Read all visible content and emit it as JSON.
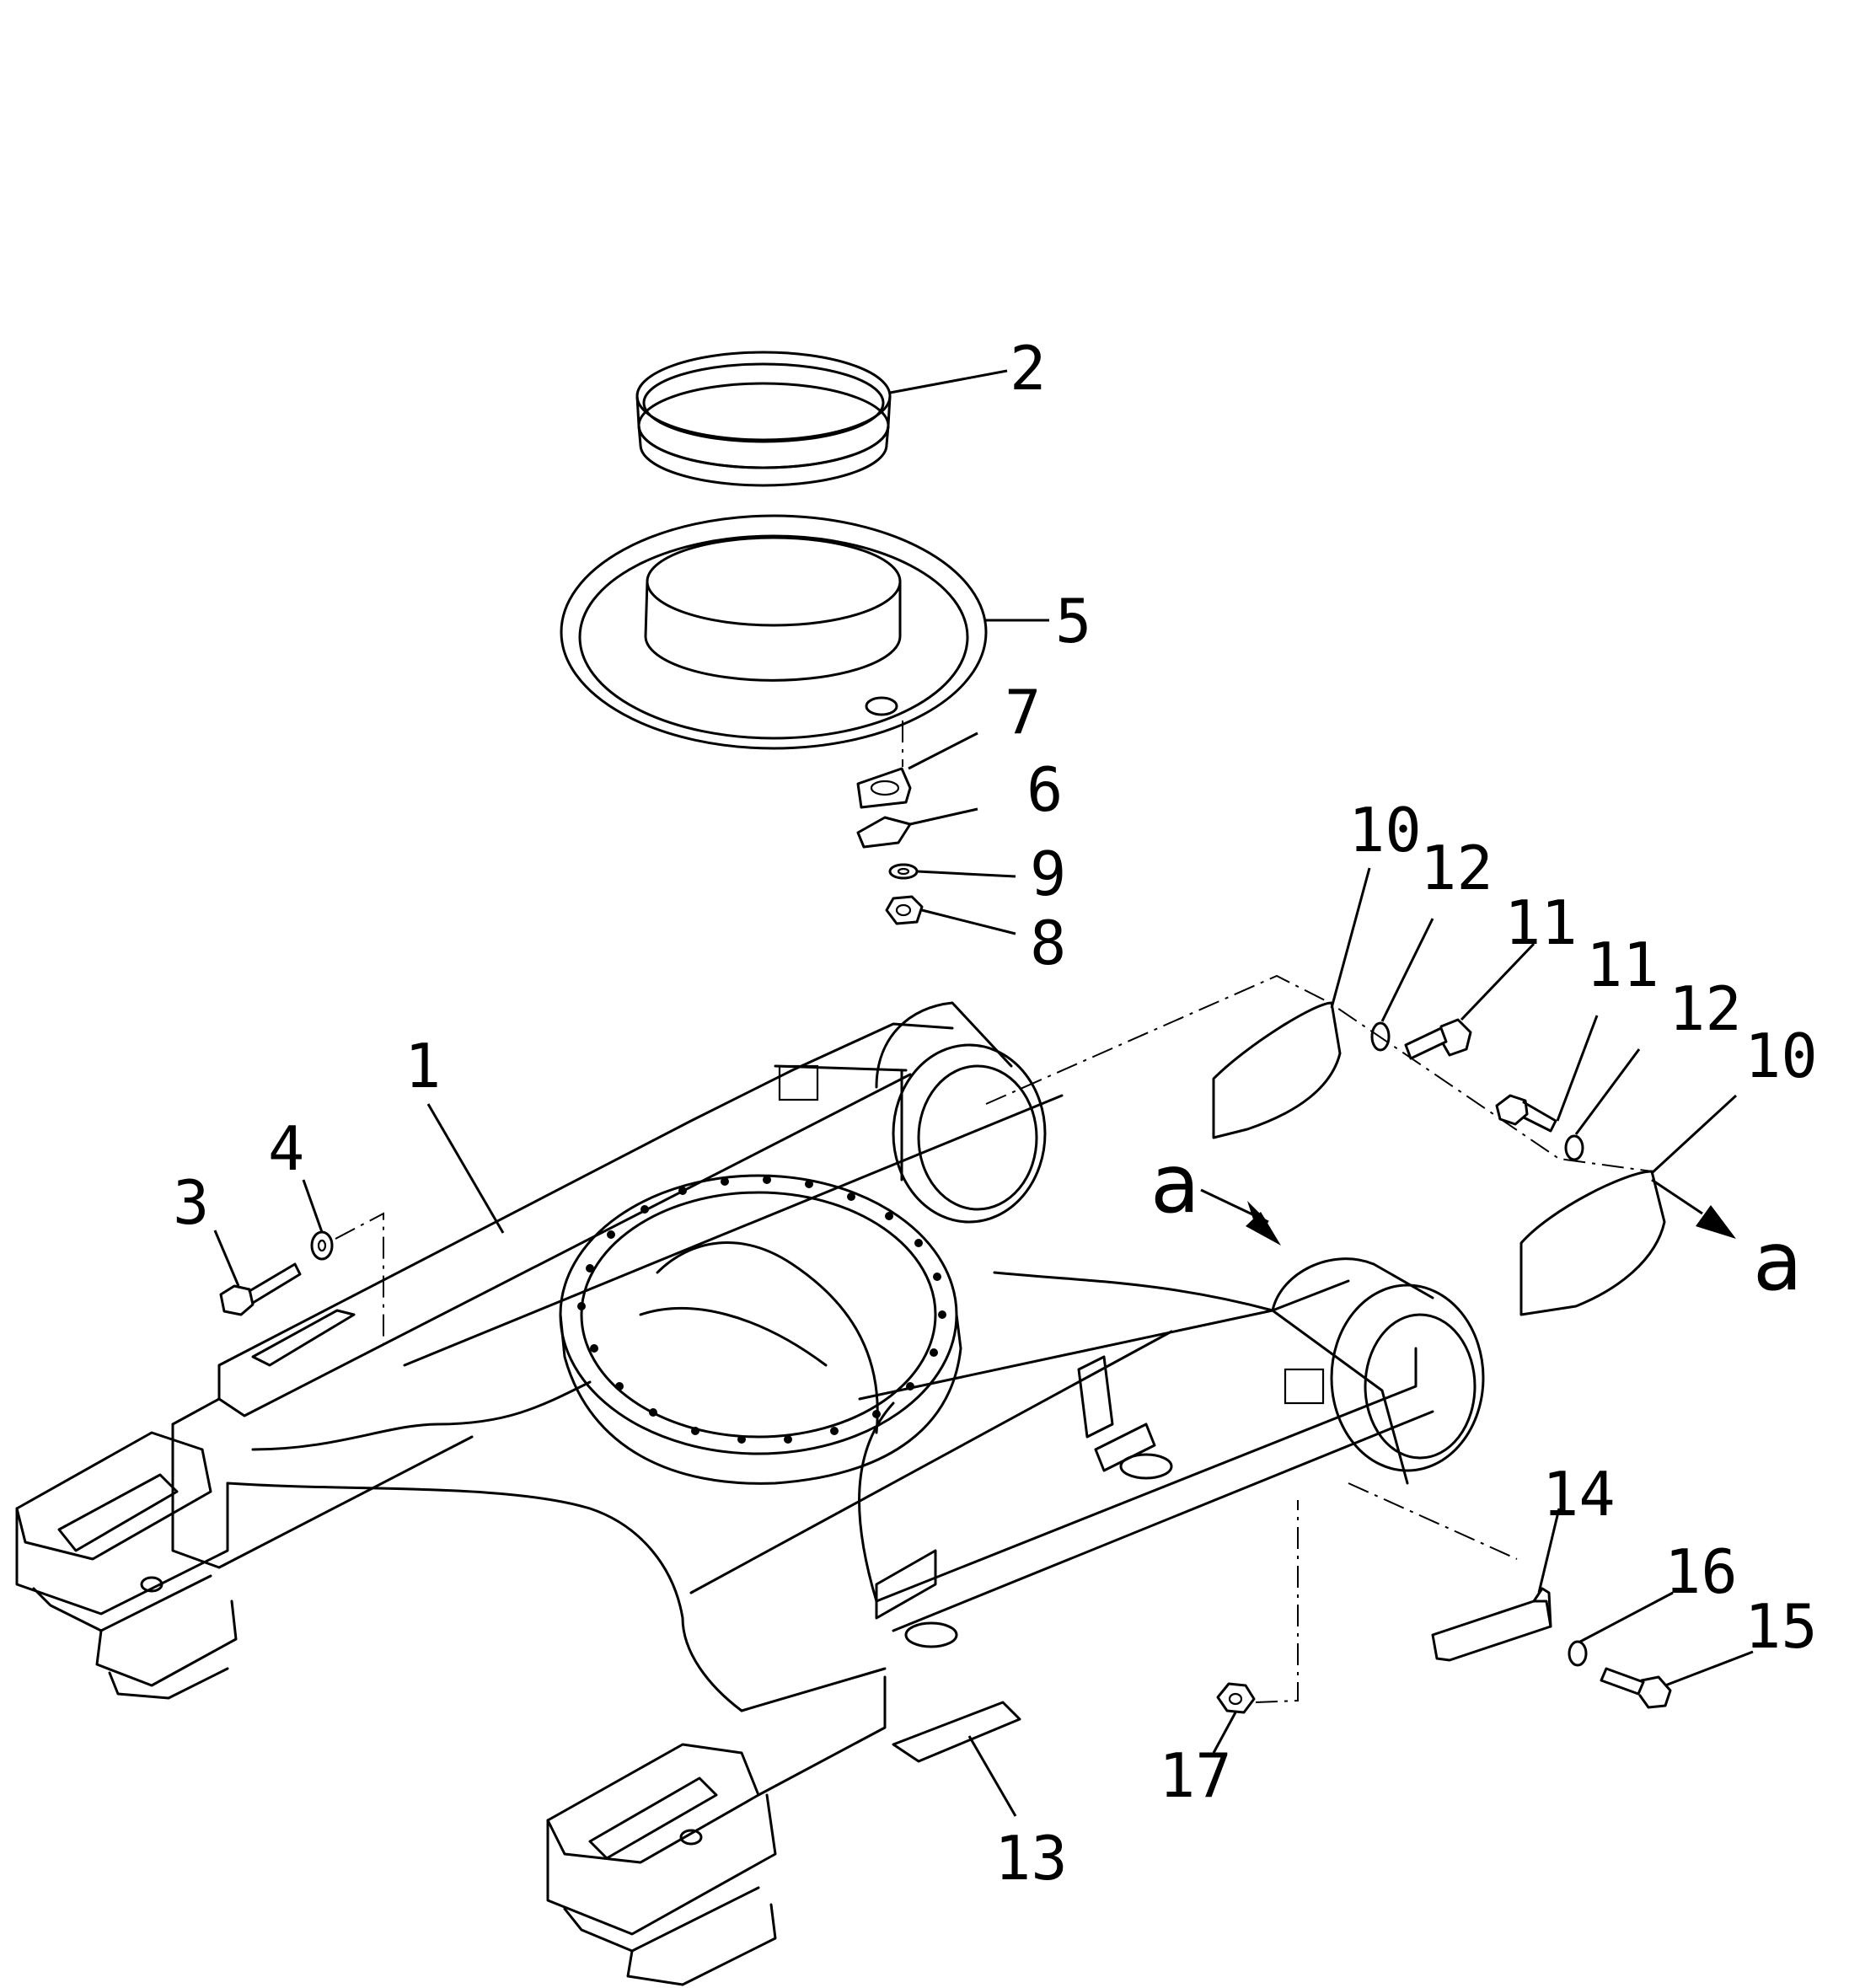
{
  "callouts": {
    "c1": "1",
    "c2": "2",
    "c3": "3",
    "c4": "4",
    "c5": "5",
    "c6": "6",
    "c7": "7",
    "c8": "8",
    "c9": "9",
    "c10a": "10",
    "c10b": "10",
    "c11a": "11",
    "c11b": "11",
    "c12a": "12",
    "c12b": "12",
    "c13": "13",
    "c14": "14",
    "c15": "15",
    "c16": "16",
    "c17": "17"
  },
  "view_marks": {
    "a1": "a",
    "a2": "a"
  }
}
